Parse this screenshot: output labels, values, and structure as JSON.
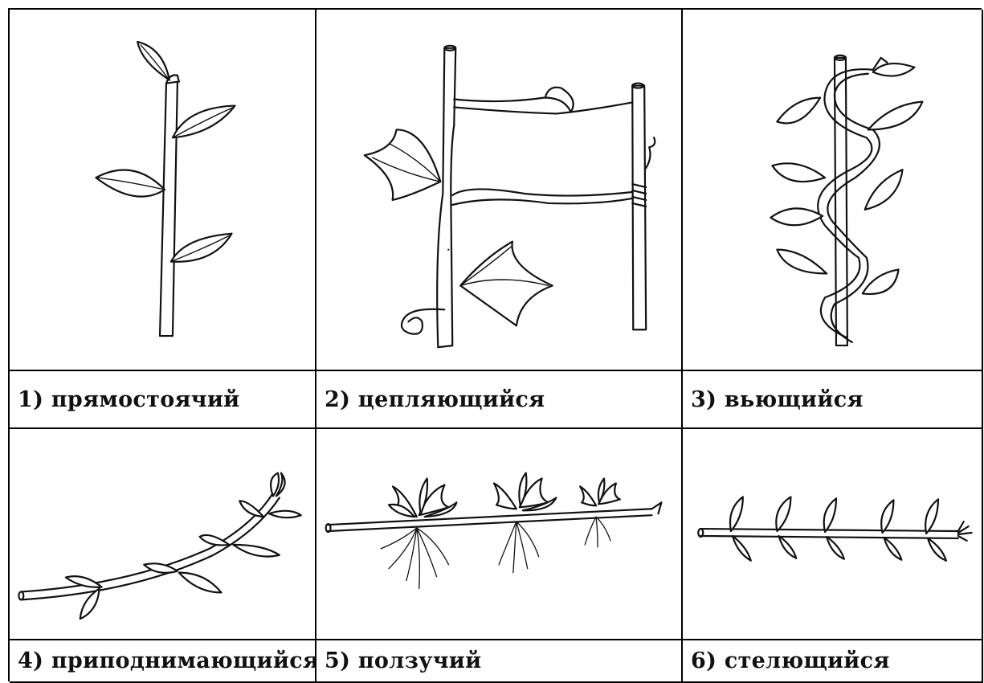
{
  "stem_types": [
    {
      "number": "1)",
      "label": "прямостоячий",
      "icon": "erect-stem-drawing"
    },
    {
      "number": "2)",
      "label": "цепляющийся",
      "icon": "climbing-tendril-stem-drawing"
    },
    {
      "number": "3)",
      "label": "вьющийся",
      "icon": "twining-stem-drawing"
    },
    {
      "number": "4)",
      "label": "приподнимающийся",
      "icon": "ascending-stem-drawing"
    },
    {
      "number": "5)",
      "label": "ползучий",
      "icon": "creeping-stem-drawing"
    },
    {
      "number": "6)",
      "label": "стелющийся",
      "icon": "trailing-stem-drawing"
    }
  ]
}
